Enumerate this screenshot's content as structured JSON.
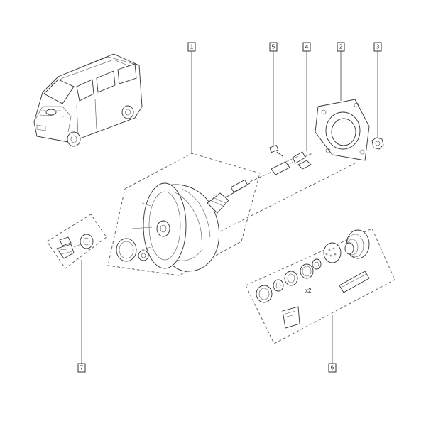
{
  "callouts": [
    {
      "id": "callout-1",
      "label": "1"
    },
    {
      "id": "callout-5",
      "label": "5"
    },
    {
      "id": "callout-4",
      "label": "4"
    },
    {
      "id": "callout-2",
      "label": "2"
    },
    {
      "id": "callout-3",
      "label": "3"
    },
    {
      "id": "callout-7",
      "label": "7"
    },
    {
      "id": "callout-6",
      "label": "6"
    }
  ],
  "annotations": {
    "quantity": "x2"
  },
  "colors": {
    "line": "#333333",
    "background": "#ffffff"
  }
}
